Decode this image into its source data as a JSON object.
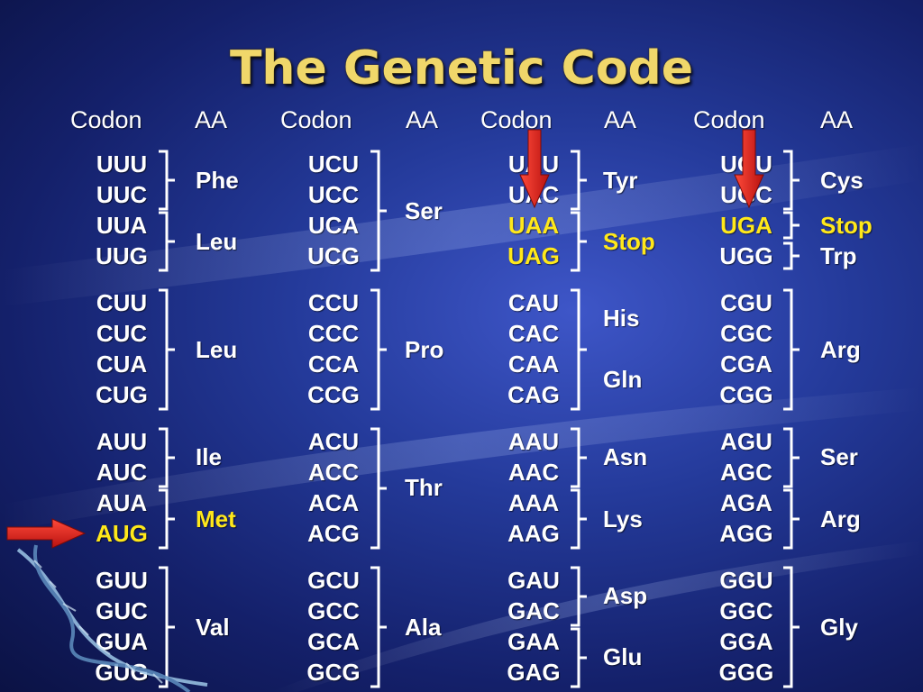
{
  "title": "The Genetic Code",
  "columns": [
    {
      "codon_header": "Codon",
      "aa_header": "AA"
    },
    {
      "codon_header": "Codon",
      "aa_header": "AA"
    },
    {
      "codon_header": "Codon",
      "aa_header": "AA"
    },
    {
      "codon_header": "Codon",
      "aa_header": "AA"
    }
  ],
  "codons": [
    [
      "UUU",
      "UUC",
      "UUA",
      "UUG",
      "CUU",
      "CUC",
      "CUA",
      "CUG",
      "AUU",
      "AUC",
      "AUA",
      "AUG",
      "GUU",
      "GUC",
      "GUA",
      "GUG"
    ],
    [
      "UCU",
      "UCC",
      "UCA",
      "UCG",
      "CCU",
      "CCC",
      "CCA",
      "CCG",
      "ACU",
      "ACC",
      "ACA",
      "ACG",
      "GCU",
      "GCC",
      "GCA",
      "GCG"
    ],
    [
      "UAU",
      "UAC",
      "UAA",
      "UAG",
      "CAU",
      "CAC",
      "CAA",
      "CAG",
      "AAU",
      "AAC",
      "AAA",
      "AAG",
      "GAU",
      "GAC",
      "GAA",
      "GAG"
    ],
    [
      "UGU",
      "UGC",
      "UGA",
      "UGG",
      "CGU",
      "CGC",
      "CGA",
      "CGG",
      "AGU",
      "AGC",
      "AGA",
      "AGG",
      "GGU",
      "GGC",
      "GGA",
      "GGG"
    ]
  ],
  "amino_acids": [
    [
      "Phe",
      "Leu",
      "Leu",
      "Ile",
      "Met",
      "Val"
    ],
    [
      "Ser",
      "Pro",
      "Thr",
      "Ala"
    ],
    [
      "Tyr",
      "Stop",
      "His",
      "Gln",
      "Asn",
      "Lys",
      "Asp",
      "Glu"
    ],
    [
      "Cys",
      "Stop",
      "Trp",
      "Arg",
      "Ser",
      "Arg",
      "Gly"
    ]
  ],
  "highlights": {
    "codons": [
      "AUG",
      "UAA",
      "UAG",
      "UGA"
    ],
    "amino_acids": [
      "Met",
      "Stop"
    ]
  },
  "colors": {
    "text": "#ffffff",
    "highlight": "#ffe81a",
    "title": "#f0d76a",
    "arrow": "#e8201c",
    "background": "#1e2f86"
  },
  "icons": [
    "red-arrow-down-icon",
    "red-arrow-right-icon",
    "dna-helix-icon"
  ]
}
